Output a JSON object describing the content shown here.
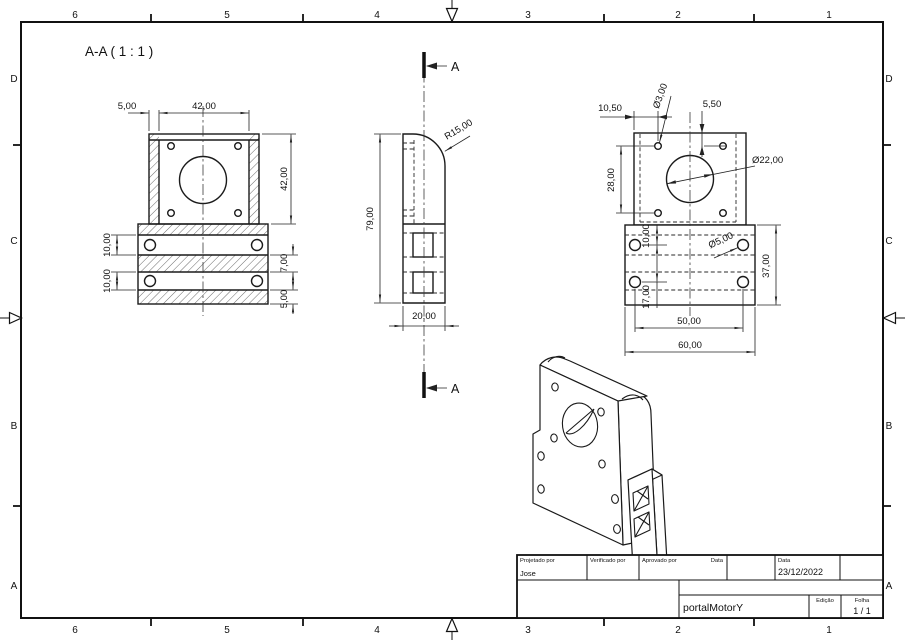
{
  "sheet": {
    "cols": [
      "6",
      "5",
      "4",
      "3",
      "2",
      "1"
    ],
    "rows": [
      "D",
      "C",
      "B",
      "A"
    ]
  },
  "section_view": {
    "title": "A-A ( 1 : 1 )",
    "dim_wall": "5,00",
    "dim_width": "42,00",
    "dim_height": "42,00",
    "dim_slot_top": "10,00",
    "dim_slot_bottom": "10,00",
    "dim_web": "7,00",
    "dim_base": "5,00"
  },
  "side_view": {
    "dim_height": "79,00",
    "dim_thickness": "20,00",
    "dim_radius": "R15,00",
    "section_label": "A"
  },
  "front_view": {
    "dim_edge": "10,50",
    "dim_hole_small": "Ø3,00",
    "dim_top_offset": "5,50",
    "dim_bore": "Ø22,00",
    "dim_hole_spacing": "28,00",
    "dim_slot_offset": "10,00",
    "dim_row_spacing": "17,00",
    "dim_hole_base": "Ø5,00",
    "dim_base_height": "37,00",
    "dim_hole_span": "50,00",
    "dim_width": "60,00"
  },
  "title_block": {
    "designed_label": "Projetado por",
    "designed_value": "Jose",
    "checked_label": "Verificado por",
    "approved_label": "Aprovado por",
    "date_label_1": "Data",
    "date_label_2": "Data",
    "date_value": "23/12/2022",
    "part_name": "portalMotorY",
    "edition_label": "Edição",
    "sheet_label": "Folha",
    "sheet_value": "1 / 1"
  }
}
